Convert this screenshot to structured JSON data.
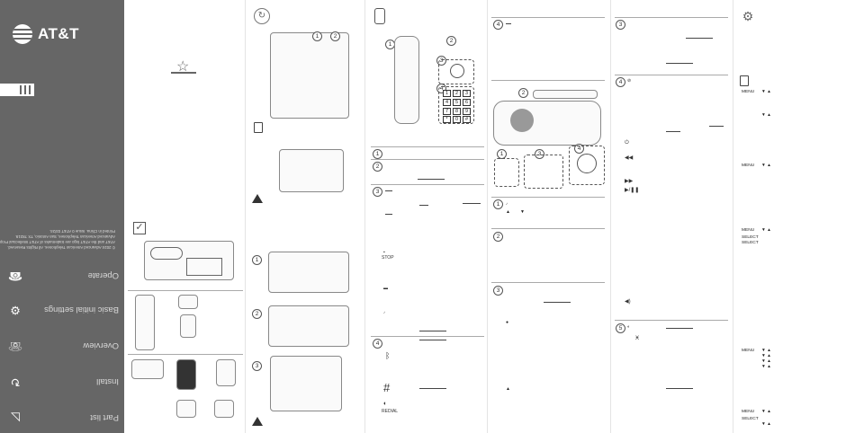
{
  "brand": {
    "name": "AT&T"
  },
  "cover": {
    "legal_lines": [
      "© 2024 Advanced American Telephones. All Rights Reserved.",
      "AT&T and the AT&T logo are trademarks of AT&T Intellectual Property licensed to",
      "Advanced American Telephones, San Antonio, TX 78219.",
      "Printed in China. Issue 0 AT&T 03/24."
    ],
    "sections": [
      {
        "label": "Operate",
        "icon": "phone-hand-icon"
      },
      {
        "label": "Basic initial settings",
        "icon": "gear-icon"
      },
      {
        "label": "Overview",
        "icon": "telephone-icon"
      },
      {
        "label": "Install",
        "icon": "install-arrow-icon"
      },
      {
        "label": "Part list",
        "icon": "chart-corner-icon"
      }
    ]
  },
  "steps": {
    "install": [
      "1",
      "2",
      "3"
    ],
    "overview_top": [
      "1",
      "2",
      "3",
      "4"
    ],
    "overview_mid": [
      "1",
      "2",
      "3"
    ],
    "base": [
      "1",
      "2",
      "3",
      "4"
    ],
    "right": [
      "2",
      "3",
      "4",
      "5"
    ]
  },
  "keypad": [
    "1",
    "2",
    "3",
    "4",
    "5",
    "6",
    "7",
    "8",
    "9",
    "*",
    "0",
    "#"
  ],
  "keys": [
    "MENU",
    "SELECT",
    "REDIAL",
    "#"
  ],
  "menu_cmds": [
    {
      "menu": "MENU",
      "arrows": "▼   ▲"
    },
    {
      "menu": "",
      "arrows": "▼   ▲"
    },
    {
      "menu": "MENU",
      "arrows": "▼   ▲"
    },
    {
      "menu": "MENU",
      "arrows": "▼   ▲"
    },
    {
      "menu": "SELECT",
      "arrows": ""
    },
    {
      "menu": "SELECT",
      "arrows": ""
    },
    {
      "menu": "MENU",
      "arrows": "▼   ▲"
    },
    {
      "menu": "",
      "arrows": "▼   ▲"
    },
    {
      "menu": "",
      "arrows": "▼   ▲"
    },
    {
      "menu": "",
      "arrows": "▼   ▲"
    },
    {
      "menu": "MENU",
      "arrows": "▼   ▲"
    },
    {
      "menu": "SELECT",
      "arrows": ""
    },
    {
      "menu": "",
      "arrows": "▼   ▲"
    }
  ],
  "colors": {
    "cover_bg": "#666666",
    "ink": "#222222",
    "rule": "#aaaaaa"
  }
}
